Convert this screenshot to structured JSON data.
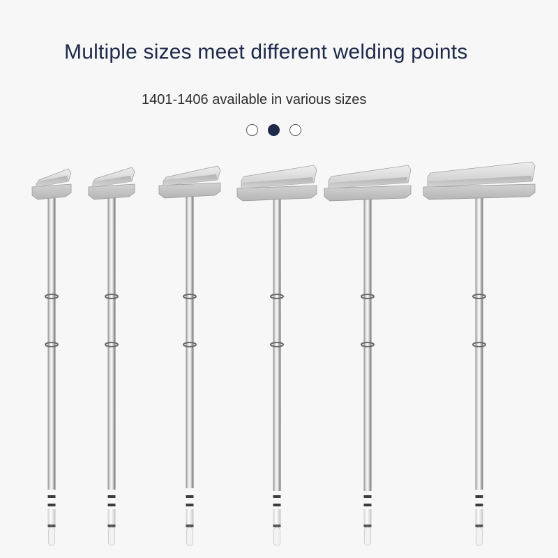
{
  "headline": "Multiple sizes meet different welding points",
  "subline": "1401-1406 available in various sizes",
  "carousel": {
    "active_index": 1,
    "dot_count": 3,
    "active_color": "#1e2a4a"
  },
  "product": {
    "item_count": 6,
    "metal_color": "#b9b9b9",
    "insulator_color": "#e8e8e8"
  }
}
